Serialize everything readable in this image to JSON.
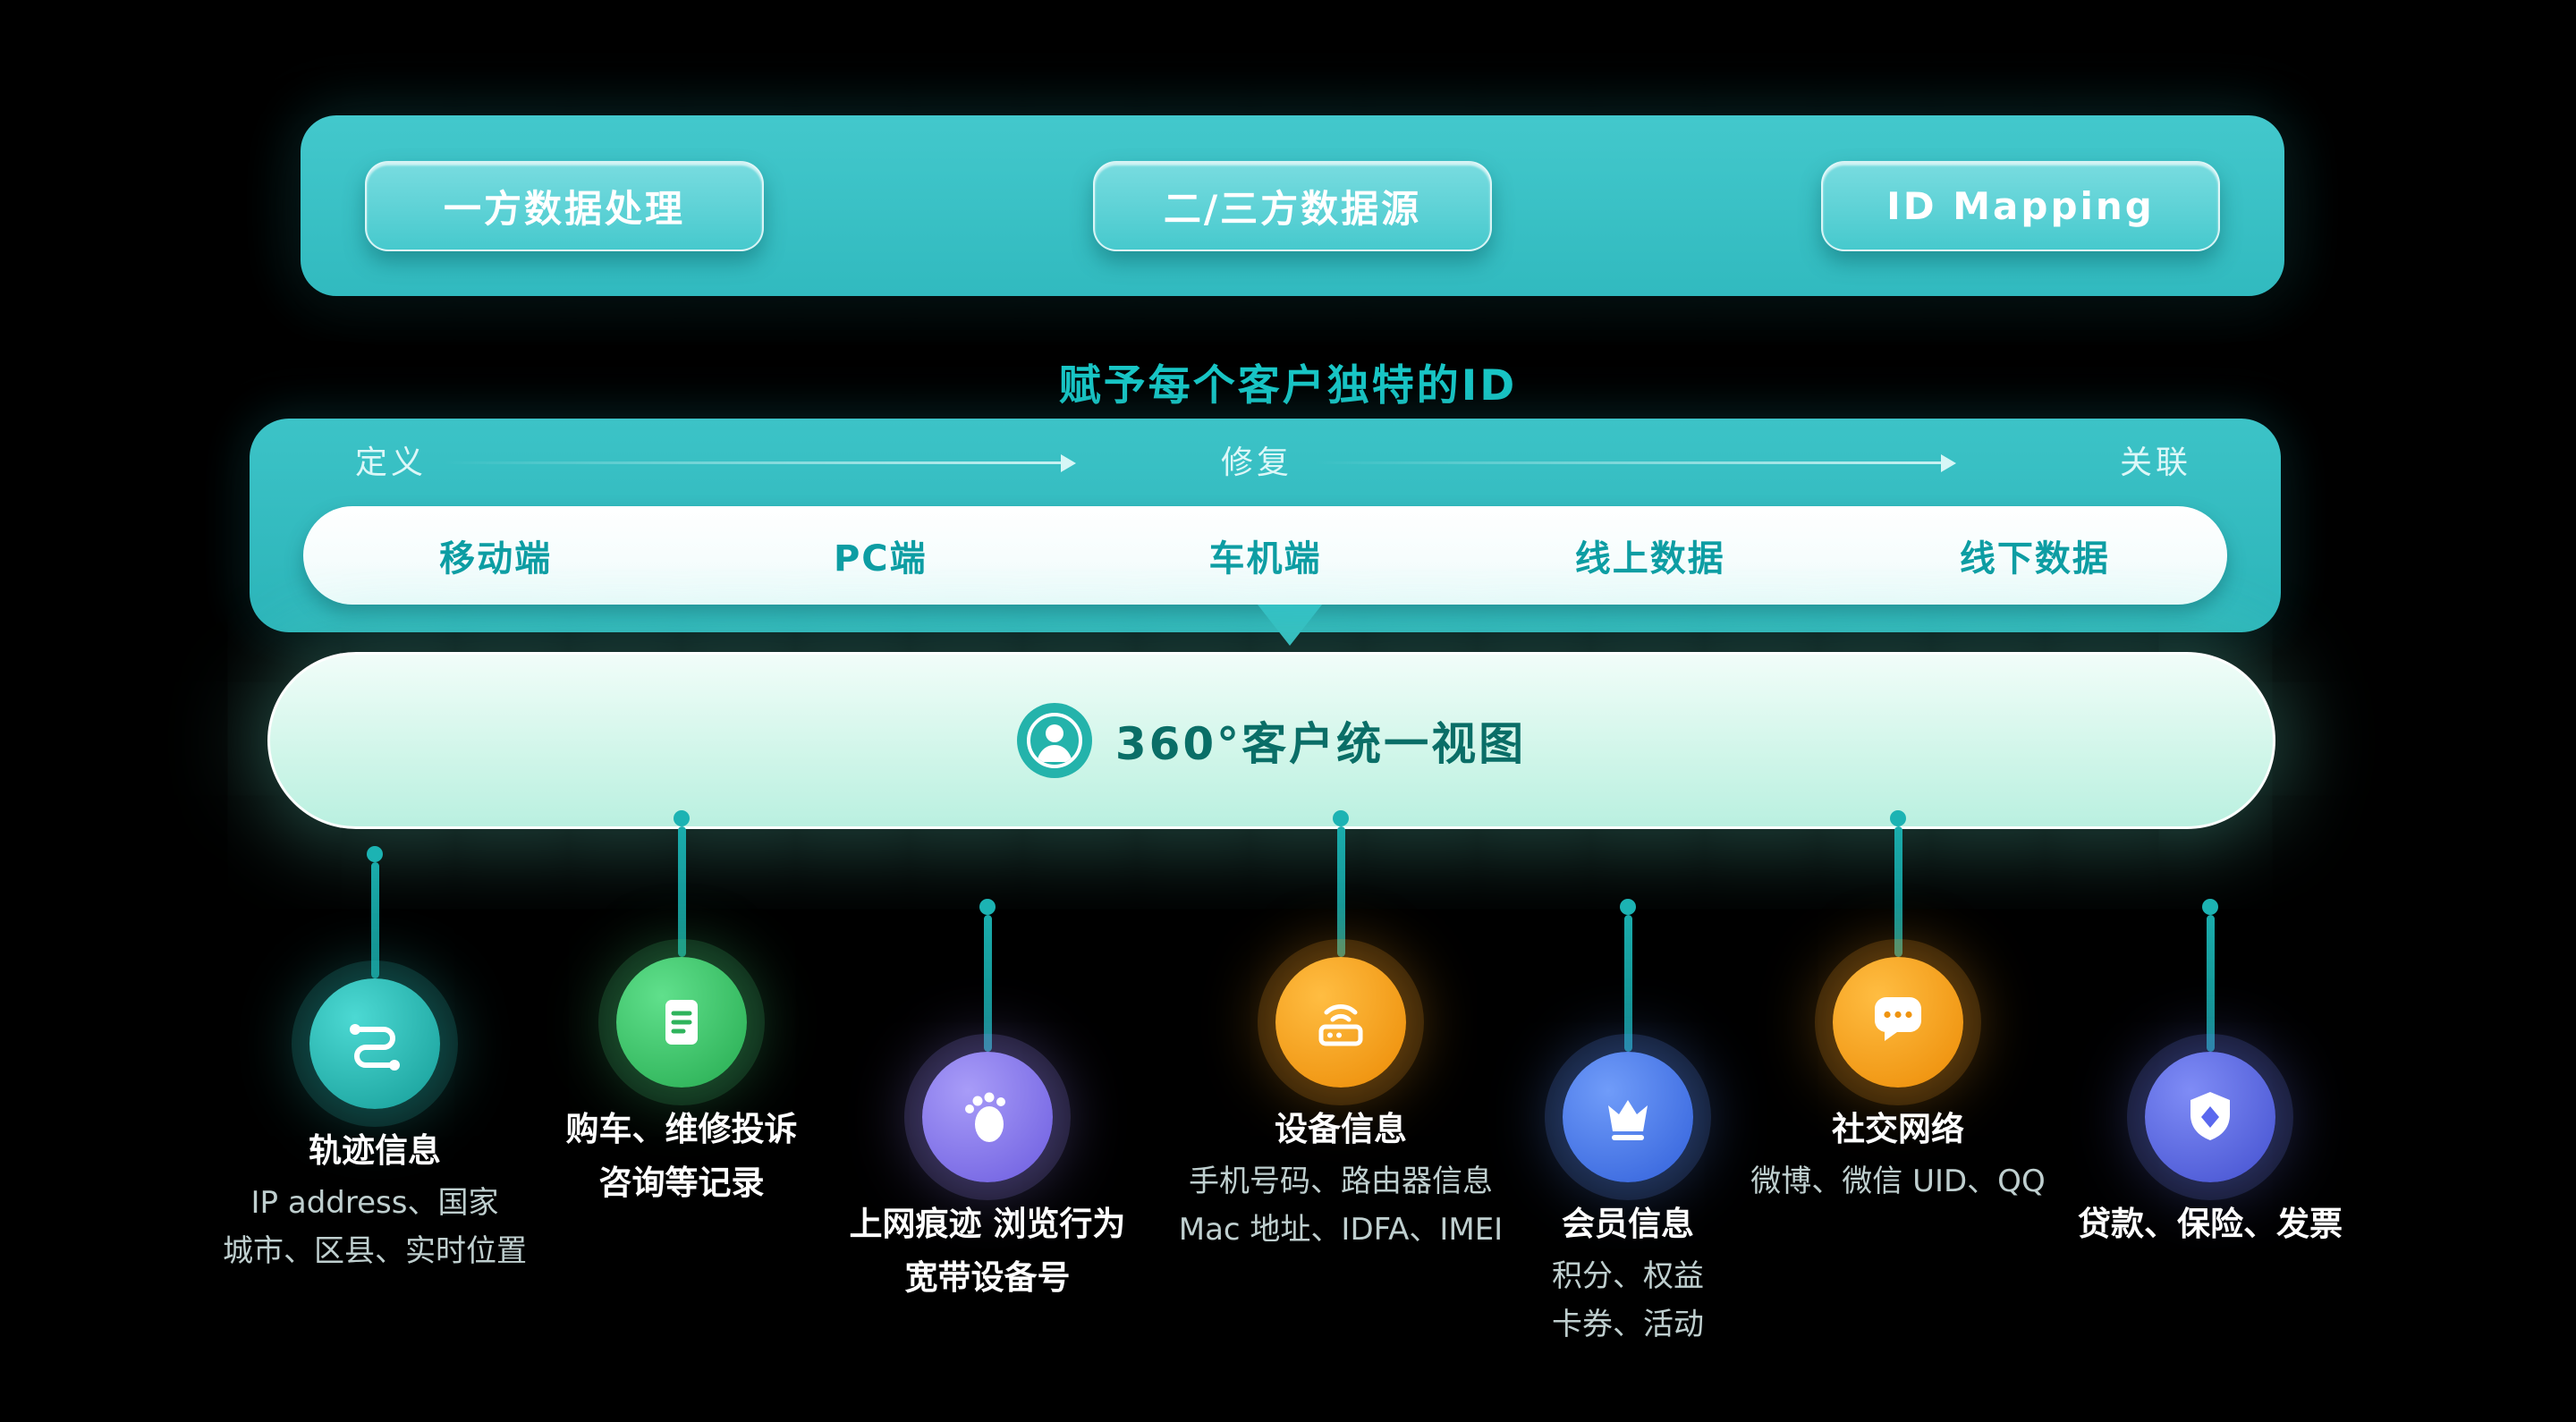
{
  "header": {
    "pills": [
      {
        "label": "一方数据处理"
      },
      {
        "label": "二/三方数据源"
      },
      {
        "label": "ID Mapping"
      }
    ]
  },
  "subtitle": "赋予每个客户独特的ID",
  "flow": {
    "steps": [
      {
        "label": "定义"
      },
      {
        "label": "修复"
      },
      {
        "label": "关联"
      }
    ],
    "channels": [
      {
        "label": "移动端"
      },
      {
        "label": "PC端"
      },
      {
        "label": "车机端"
      },
      {
        "label": "线上数据"
      },
      {
        "label": "线下数据"
      }
    ]
  },
  "unified_bar": {
    "icon": "user-icon",
    "label": "360°客户统一视图"
  },
  "nodes": [
    {
      "icon": "route-icon",
      "color": "#1fb3ae",
      "title_lines": [
        "轨迹信息"
      ],
      "detail_lines": [
        "IP address、国家",
        "城市、区县、实时位置"
      ]
    },
    {
      "icon": "document-icon",
      "color": "#35c468",
      "title_lines": [
        "购车、维修投诉",
        "咨询等记录"
      ],
      "detail_lines": []
    },
    {
      "icon": "footprint-icon",
      "color": "#8b7cf2",
      "title_lines": [
        "上网痕迹 浏览行为",
        "宽带设备号"
      ],
      "detail_lines": []
    },
    {
      "icon": "router-icon",
      "color": "#f59d1f",
      "title_lines": [
        "设备信息"
      ],
      "detail_lines": [
        "手机号码、路由器信息",
        "Mac 地址、IDFA、IMEI"
      ]
    },
    {
      "icon": "crown-icon",
      "color": "#4a7df2",
      "title_lines": [
        "会员信息"
      ],
      "detail_lines": [
        "积分、权益",
        "卡券、活动"
      ]
    },
    {
      "icon": "chat-icon",
      "color": "#f59d1f",
      "title_lines": [
        "社交网络"
      ],
      "detail_lines": [
        "微博、微信 UID、QQ"
      ]
    },
    {
      "icon": "shield-icon",
      "color": "#5a68ee",
      "title_lines": [
        "贷款、保险、发票"
      ],
      "detail_lines": []
    }
  ],
  "colors": {
    "background": "#000000",
    "teal_primary": "#38bfc3",
    "subtitle_text": "#19c6c6",
    "channel_text": "#0d9da3",
    "unified_text": "#0a6e67",
    "connector": "#1aacac",
    "node_title_text": "#ffffff",
    "node_detail_text": "#bfcfcf"
  }
}
